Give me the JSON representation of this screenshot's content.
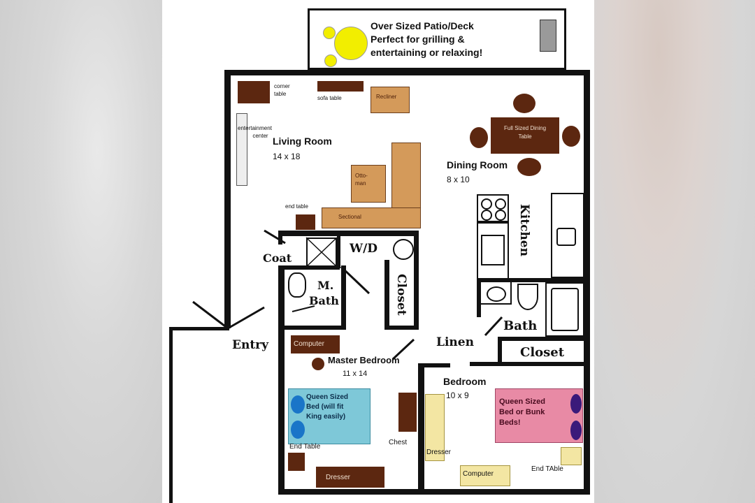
{
  "patio": {
    "label": "Over Sized Patio/Deck\nPerfect for grilling &\nentertaining or relaxing!",
    "line1": "Over Sized Patio/Deck",
    "line2": "Perfect for grilling &",
    "line3": "entertaining or relaxing!"
  },
  "rooms": {
    "living": {
      "name": "Living Room",
      "dims": "14 x 18"
    },
    "dining": {
      "name": "Dining Room",
      "dims": "8 x 10"
    },
    "kitchen": {
      "name": "Kitchen"
    },
    "master": {
      "name": "Master Bedroom",
      "dims": "11 x 14"
    },
    "bedroom": {
      "name": "Bedroom",
      "dims": "10 x 9"
    },
    "bath": {
      "name": "Bath"
    },
    "mbath": {
      "line1": "M.",
      "line2": "Bath"
    },
    "coat": {
      "name": "Coat"
    },
    "wd": {
      "name": "W/D"
    },
    "closet_master": {
      "name": "Closet"
    },
    "closet_hall": {
      "name": "Closet"
    },
    "linen": {
      "name": "Linen"
    },
    "entry": {
      "name": "Entry"
    }
  },
  "furniture": {
    "corner_table": {
      "line1": "corner",
      "line2": "table"
    },
    "sofa_table": "sofa table",
    "recliner": "Recliner",
    "entertainment": {
      "line1": "entertainment",
      "line2": "center"
    },
    "ottoman": {
      "line1": "Otto-",
      "line2": "man"
    },
    "end_table_living": "end table",
    "sectional": "Sectional",
    "dining_table": {
      "line1": "Full Sized Dining",
      "line2": "Table"
    },
    "computer_master": "Computer",
    "queen_master": {
      "line1": "Queen Sized",
      "line2": "Bed (will fit",
      "line3": "King easily)"
    },
    "end_table_master": "End Table",
    "chest": "Chest",
    "dresser_master": "Dresser",
    "dresser_bedroom": "Dresser",
    "queen_bedroom": {
      "line1": "Queen Sized",
      "line2": "Bed or Bunk",
      "line3": "Beds!"
    },
    "computer_bedroom": "Computer",
    "end_table_bedroom": "End TAble"
  },
  "colors": {
    "wall": "#111111",
    "brown": "#5c2710",
    "tan": "#d49a5a",
    "blue_bed": "#7ec8d8",
    "pink_bed": "#e88aa5",
    "yellow": "#f2ee00",
    "cream": "#f3e6a3"
  }
}
